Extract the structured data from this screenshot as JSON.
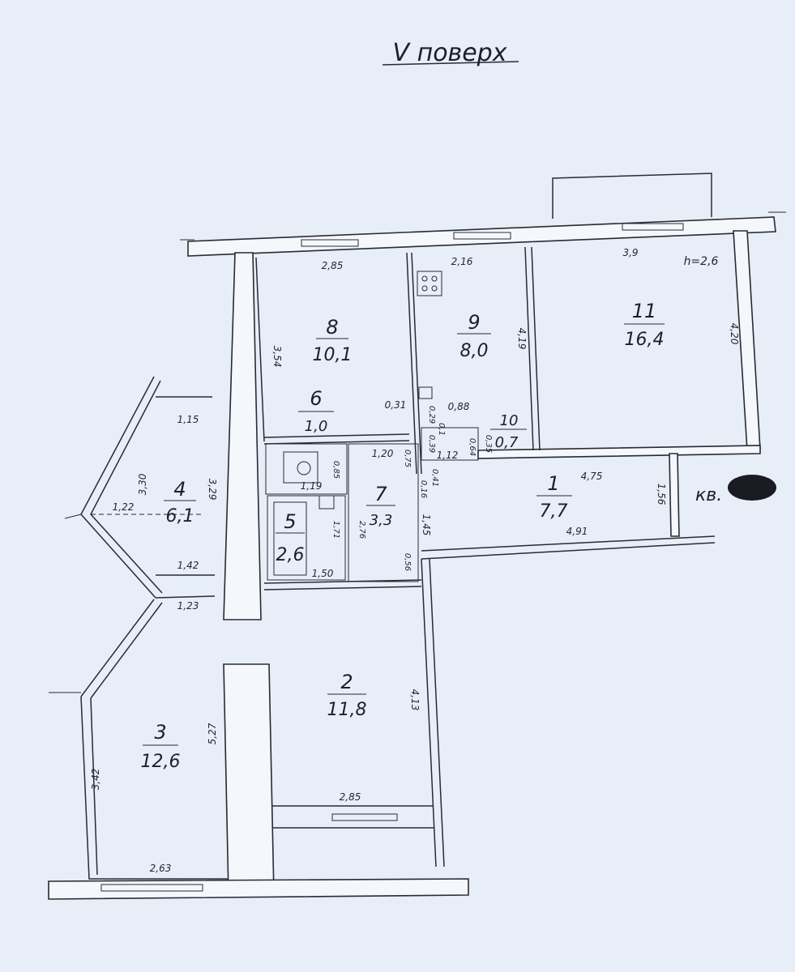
{
  "title": "V поверх",
  "height_label": "h=2,6",
  "apartment_label": "кв.",
  "rooms": [
    {
      "num": "1",
      "area": "7,7"
    },
    {
      "num": "2",
      "area": "11,8"
    },
    {
      "num": "3",
      "area": "12,6"
    },
    {
      "num": "4",
      "area": "6,1"
    },
    {
      "num": "5",
      "area": "2,6"
    },
    {
      "num": "6",
      "area": "1,0"
    },
    {
      "num": "7",
      "area": "3,3"
    },
    {
      "num": "8",
      "area": "10,1"
    },
    {
      "num": "9",
      "area": "8,0"
    },
    {
      "num": "10",
      "area": "0,7"
    },
    {
      "num": "11",
      "area": "16,4"
    }
  ],
  "dimensions": [
    "2,85",
    "2,16",
    "3,9",
    "4,20",
    "3,54",
    "4,19",
    "1,15",
    "3,30",
    "3,29",
    "1,22",
    "1,42",
    "1,23",
    "0,31",
    "0,88",
    "0,29",
    "0,39",
    "0,1",
    "1,12",
    "0,64",
    "0,35",
    "1,20",
    "0,75",
    "0,85",
    "1,19",
    "0,16",
    "0,41",
    "4,75",
    "1,56",
    "1,71",
    "2,76",
    "1,45",
    "4,91",
    "1,50",
    "0,56",
    "4,13",
    "5,27",
    "3,42",
    "2,85",
    "2,63"
  ],
  "colors": {
    "paper": "#e7eef8",
    "ink": "#2a2a33"
  }
}
